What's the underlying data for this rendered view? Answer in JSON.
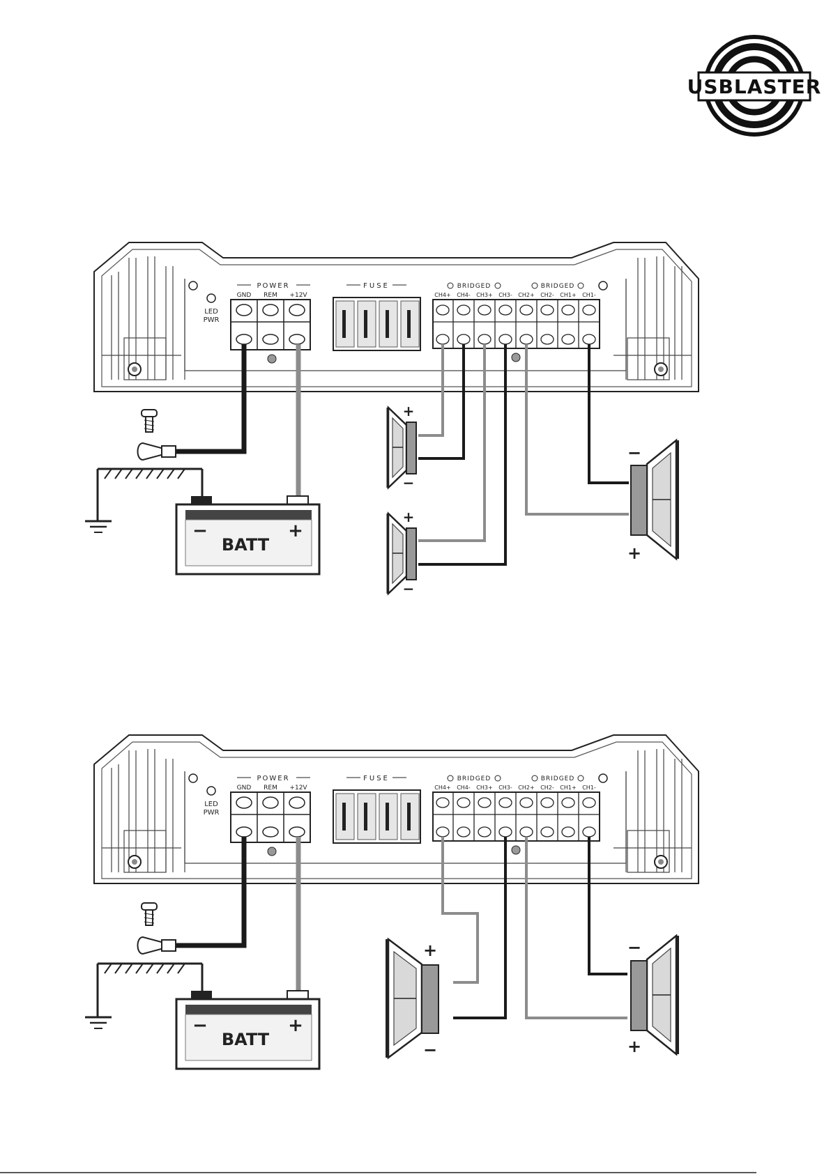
{
  "logo": {
    "text": "USBLASTER"
  },
  "amplifier_labels": {
    "power": "POWER",
    "fuse": "FUSE",
    "bridged": "BRIDGED",
    "gnd": "GND",
    "rem": "REM",
    "v12": "+12V",
    "led": "LED",
    "pwr": "PWR",
    "channels": [
      "CH4+",
      "CH4-",
      "CH3+",
      "CH3-",
      "CH2+",
      "CH2-",
      "CH1+",
      "CH1-"
    ]
  },
  "battery": {
    "label": "BATT",
    "minus": "−",
    "plus": "+"
  },
  "speaker_polarity": {
    "plus": "+",
    "minus": "−"
  },
  "colors": {
    "dark_wire": "#1a1a1a",
    "grey_wire": "#8c8c8c",
    "outline": "#222222"
  }
}
